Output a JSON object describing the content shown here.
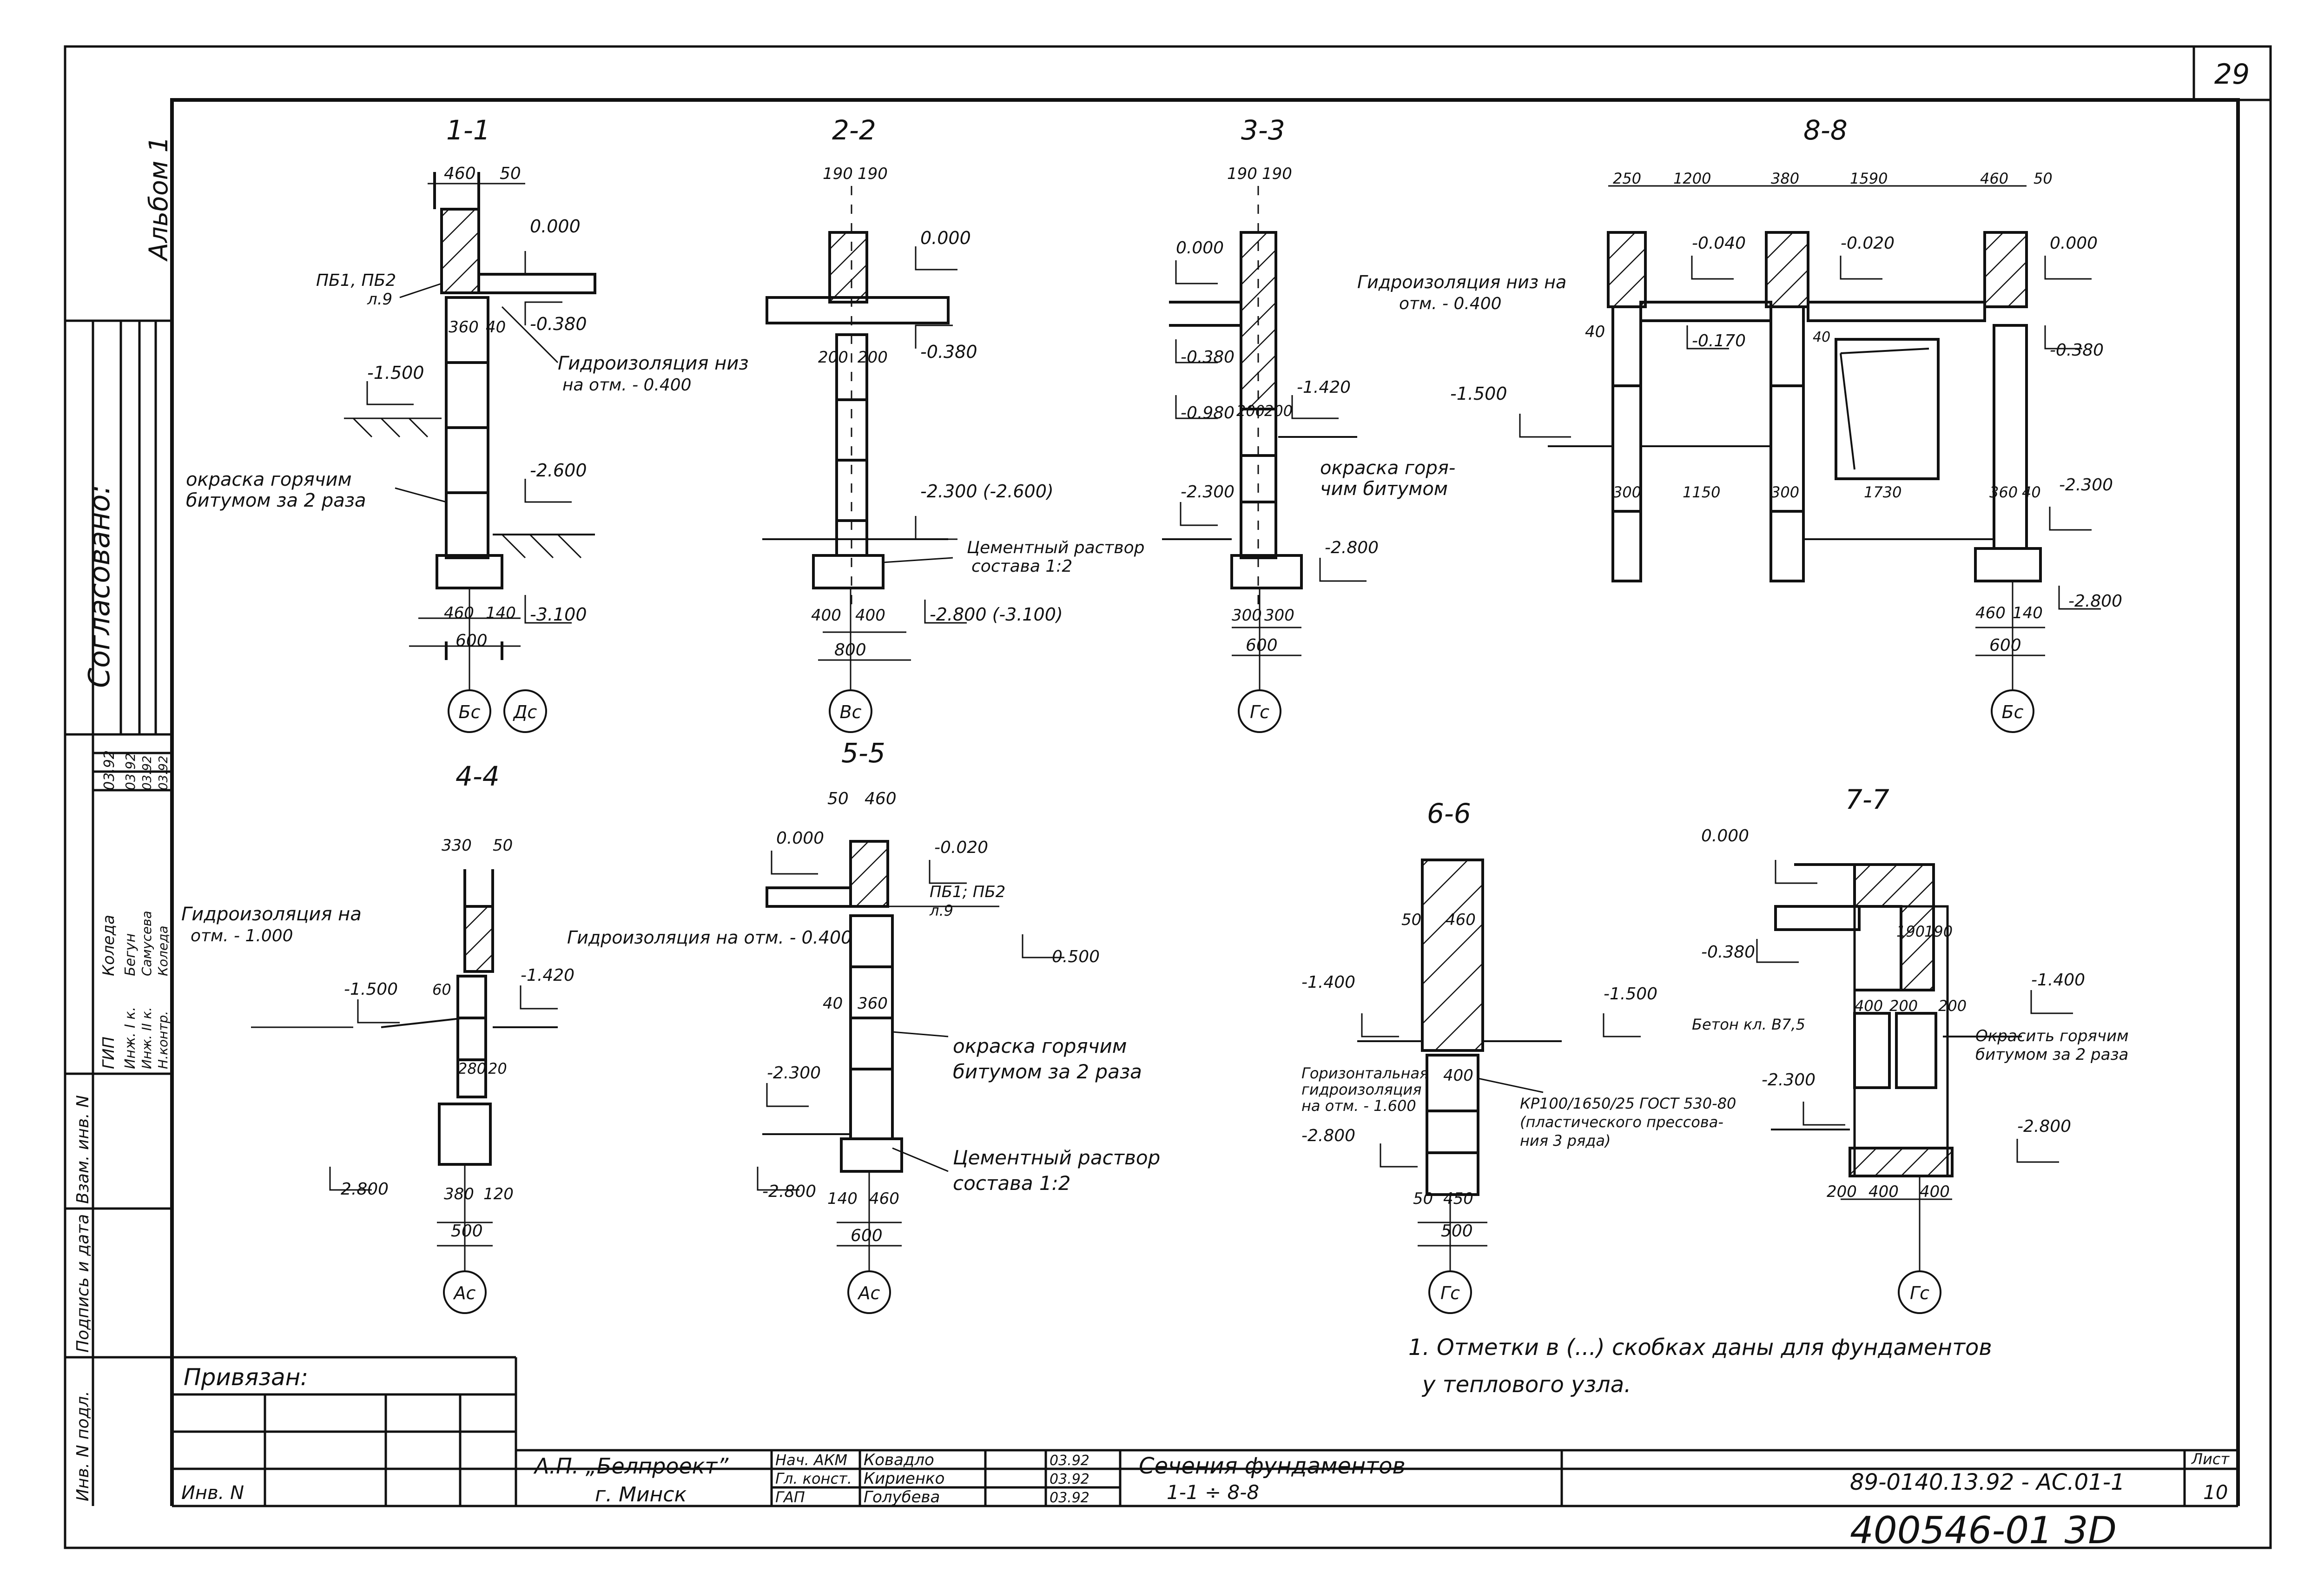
{
  "sheet_number": "29",
  "album": "Альбом 1",
  "approval": {
    "title": "Согласовано:"
  },
  "left_block": {
    "rows": [
      {
        "role": "ГИП",
        "name": "Коледа",
        "date": "03.92"
      },
      {
        "role": "Инж. I к.",
        "name": "Бегун",
        "date": "03.92"
      },
      {
        "role": "Инж. II к.",
        "name": "Самусева",
        "date": "03.92"
      },
      {
        "role": "Н.контр.",
        "name": "Коледа",
        "date": "03.92"
      }
    ],
    "labels": [
      "Взам. инв. N",
      "Подпись и дата",
      "Инв. N подл."
    ]
  },
  "sections": {
    "s1": {
      "title": "1-1",
      "dims_top": [
        "460",
        "50"
      ],
      "marks": [
        "0.000",
        "-0.380",
        "-1.500",
        "-2.600",
        "-3.100"
      ],
      "labels": [
        "ПБ1, ПБ2",
        "л.9",
        "Гидроизоляция низ",
        "на отм. - 0.400",
        "окраска горячим",
        "битумом за 2 раза"
      ],
      "dims_mid": [
        "360",
        "40"
      ],
      "dims_bot": [
        "460",
        "140",
        "600"
      ],
      "axes": [
        "Бс",
        "Дс"
      ]
    },
    "s2": {
      "title": "2-2",
      "dims_top": [
        "190",
        "190"
      ],
      "marks": [
        "0.000",
        "-0.380",
        "-2.300 (-2.600)",
        "-2.800 (-3.100)"
      ],
      "labels": [
        "Цементный раствор",
        "состава 1:2"
      ],
      "dims_mid": [
        "200",
        "200"
      ],
      "dims_bot": [
        "400",
        "400",
        "800"
      ],
      "axes": [
        "Вс"
      ]
    },
    "s3": {
      "title": "3-3",
      "dims_top": [
        "190",
        "190"
      ],
      "marks": [
        "0.000",
        "-0.380",
        "-0.980",
        "-1.420",
        "-2.300",
        "-2.800"
      ],
      "labels": [
        "окраска горя-",
        "чим битумом"
      ],
      "dims_mid": [
        "200",
        "200"
      ],
      "dims_bot": [
        "300",
        "300",
        "600"
      ],
      "axes": [
        "Гс"
      ]
    },
    "s8": {
      "title": "8-8",
      "dims_top": [
        "250",
        "1200",
        "380",
        "1590",
        "460",
        "50"
      ],
      "marks": [
        "-0.040",
        "-0.020",
        "0.000",
        "-0.170",
        "-0.380",
        "-1.500",
        "-2.300",
        "-2.800"
      ],
      "labels": [
        "Гидроизоляция низ на",
        "отм. - 0.400"
      ],
      "dims_mid": [
        "40",
        "40",
        "300",
        "1150",
        "300",
        "1730",
        "360",
        "40"
      ],
      "dims_bot": [
        "460",
        "140",
        "600"
      ],
      "axes": [
        "Бс"
      ]
    },
    "s4": {
      "title": "4-4",
      "dims_top": [
        "330",
        "50"
      ],
      "marks": [
        "-1.500",
        "-1.420",
        "-2.800"
      ],
      "labels": [
        "Гидроизоляция на",
        "отм. - 1.000"
      ],
      "dims_mid": [
        "60",
        "280",
        "20"
      ],
      "dims_bot": [
        "380",
        "120",
        "500"
      ],
      "axes": [
        "Ас"
      ]
    },
    "s5": {
      "title": "5-5",
      "dims_top": [
        "50",
        "460"
      ],
      "marks": [
        "0.000",
        "-0.020",
        "-0.500",
        "-2.300",
        "-2.800"
      ],
      "labels": [
        "ПБ1; ПБ2",
        "л.9",
        "Гидроизоляция на отм. - 0.400",
        "окраска горячим",
        "битумом за 2 раза",
        "Цементный раствор",
        "состава 1:2"
      ],
      "dims_mid": [
        "40",
        "360"
      ],
      "dims_bot": [
        "140",
        "460",
        "600"
      ],
      "axes": [
        "Ас"
      ]
    },
    "s6": {
      "title": "6-6",
      "dims_top": [
        "50",
        "460"
      ],
      "marks": [
        "-1.400",
        "-1.500",
        "-2.800"
      ],
      "labels": [
        "Горизонтальная",
        "гидроизоляция",
        "на отм. - 1.600",
        "КР100/1650/25 ГОСТ 530-80",
        "(пластического прессова-",
        "ния 3 ряда)"
      ],
      "dims_mid": [
        "400"
      ],
      "dims_bot": [
        "50",
        "450",
        "500"
      ],
      "axes": [
        "Гс"
      ]
    },
    "s7": {
      "title": "7-7",
      "dims_top": [
        "190",
        "190"
      ],
      "marks": [
        "0.000",
        "-0.380",
        "-1.400",
        "-2.300",
        "-2.800"
      ],
      "labels": [
        "Бетон кл. В7,5",
        "Окрасить горячим",
        "битумом за 2 раза"
      ],
      "dims_mid": [
        "400",
        "200",
        "200"
      ],
      "dims_bot": [
        "200",
        "400",
        "400"
      ],
      "axes": [
        "Гс"
      ]
    }
  },
  "note": {
    "line1": "1. Отметки в (...) скобках даны для фундаментов",
    "line2": "у теплового узла."
  },
  "privyazan": "Привязан:",
  "inv_label": "Инв. N",
  "title_block": {
    "org_line1": "А.П. „Белпроект”",
    "org_line2": "г. Минск",
    "staff": [
      {
        "role": "Нач. АКМ",
        "name": "Ковадло",
        "date": "03.92"
      },
      {
        "role": "Гл. конст.",
        "name": "Кириенко",
        "date": "03.92"
      },
      {
        "role": "ГАП",
        "name": "Голубева",
        "date": "03.92"
      }
    ],
    "title_line1": "Сечения фундаментов",
    "title_line2": "1-1 ÷ 8-8",
    "doc_code": "89-0140.13.92 - АС.01-1",
    "sheet_label": "Лист",
    "sheet_value": "10"
  },
  "stamp_code": "400546-01 3D"
}
